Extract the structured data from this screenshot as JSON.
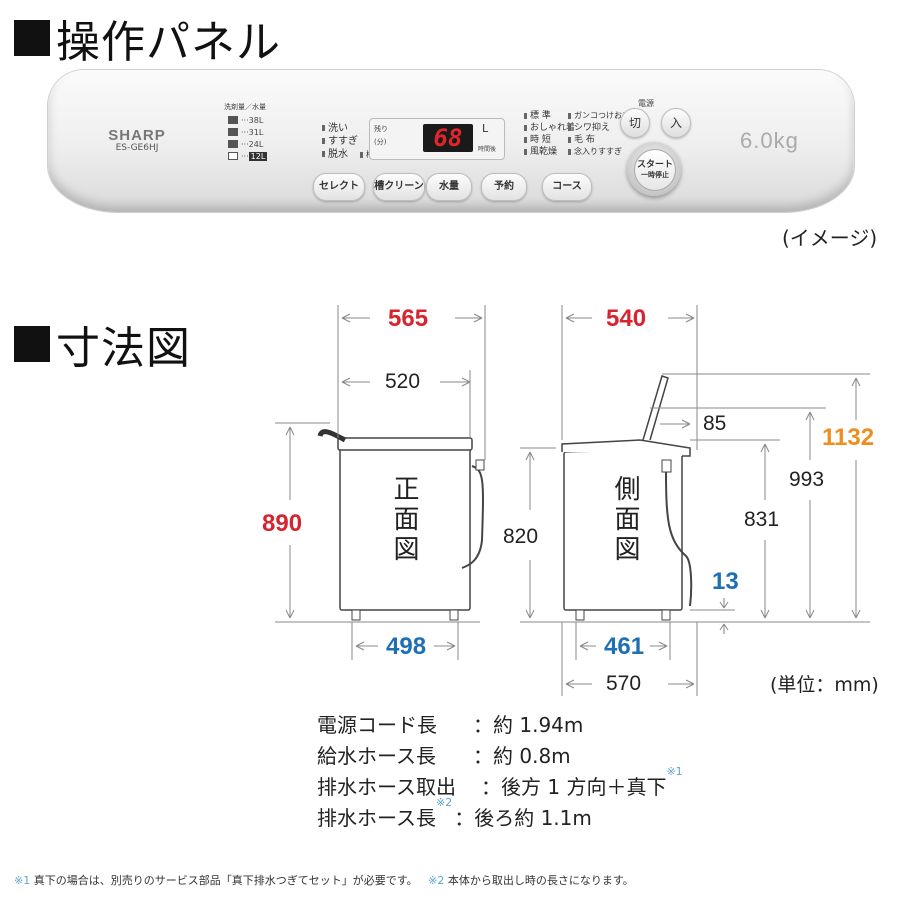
{
  "headings": {
    "panel": "操作パネル",
    "dimensions": "寸法図"
  },
  "panel": {
    "brand": "SHARP",
    "model": "ES-GE6HJ",
    "detergent_header": "洗剤量／水量",
    "water_levels": [
      {
        "value": "38L",
        "selected": false
      },
      {
        "value": "31L",
        "selected": false
      },
      {
        "value": "24L",
        "selected": false
      },
      {
        "value": "12L",
        "selected": true
      }
    ],
    "left_indicators": [
      "洗い",
      "すすぎ",
      "脱水"
    ],
    "tub_clean_indicator": "槽クリーン",
    "display_label_top": "残り",
    "display_label_bottom": "(分)",
    "display_value": "68",
    "display_unit": "L",
    "display_unit_sub": "時間後",
    "course_indicators_left": [
      "標 準",
      "おしゃれ着",
      "時 短",
      "風乾燥"
    ],
    "course_indicators_right": [
      "ガンコつけおき",
      "シワ抑え",
      "毛 布",
      "念入りすすぎ"
    ],
    "buttons": [
      "セレクト",
      "槽クリーン",
      "水量",
      "予約",
      "コース"
    ],
    "power_label": "電源",
    "power_off": "切",
    "power_on": "入",
    "start_line1": "スタート",
    "start_line2": "一時停止",
    "capacity": "6.0kg",
    "image_note": "(イメージ)"
  },
  "diagram": {
    "front_label": "正面図",
    "side_label": "側面図",
    "dims": {
      "front_width_total": "565",
      "front_width_top": "520",
      "front_height": "890",
      "front_body_height": "820",
      "front_base": "498",
      "side_width_total": "540",
      "side_lid_offset": "85",
      "side_height_open": "1132",
      "side_height_lid": "993",
      "side_height_body": "831",
      "side_foot": "13",
      "side_base": "461",
      "side_depth": "570"
    },
    "unit_note": "(単位：mm)",
    "colors": {
      "red": "#d7242f",
      "blue": "#1f6fb3",
      "orange": "#ee8e21"
    }
  },
  "specs": [
    {
      "label": "電源コード長",
      "mark": "",
      "value": "：約 1.94m"
    },
    {
      "label": "給水ホース長",
      "mark": "",
      "value": "：約 0.8m"
    },
    {
      "label": "排水ホース取出",
      "mark": "",
      "value": "：後方 1 方向＋真下",
      "value_mark": "※1"
    },
    {
      "label": "排水ホース長",
      "mark": "※2",
      "value": "：後ろ約 1.1m"
    }
  ],
  "notes": {
    "note1_mark": "※1",
    "note1": "真下の場合は、別売りのサービス部品「真下排水つぎてセット」が必要です。",
    "note2_mark": "※2",
    "note2": "本体から取出し時の長さになります。"
  }
}
